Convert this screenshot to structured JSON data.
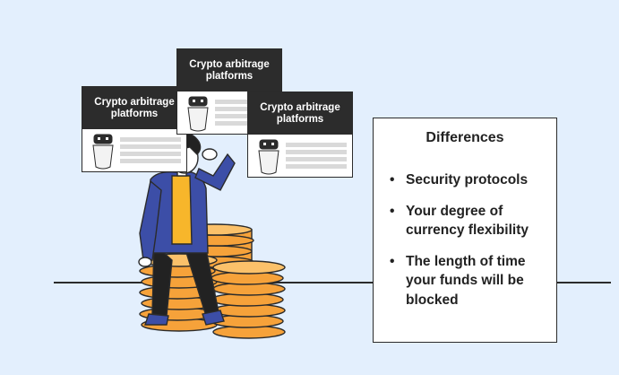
{
  "cards": [
    {
      "title": "Crypto arbitrage platforms"
    },
    {
      "title": "Crypto arbitrage platforms"
    },
    {
      "title": "Crypto arbitrage platforms"
    }
  ],
  "differences": {
    "title": "Differences",
    "items": [
      "Security protocols",
      "Your degree of currency flexibility",
      "The length of time your funds will be blocked"
    ]
  },
  "icons": [
    "robot-icon",
    "coin-stack",
    "thinking-person"
  ],
  "colors": {
    "background": "#e3effd",
    "card_header": "#2c2c2c",
    "coin": "#f6a23a",
    "jacket": "#3c4ea7",
    "shirt": "#f7b62b"
  }
}
